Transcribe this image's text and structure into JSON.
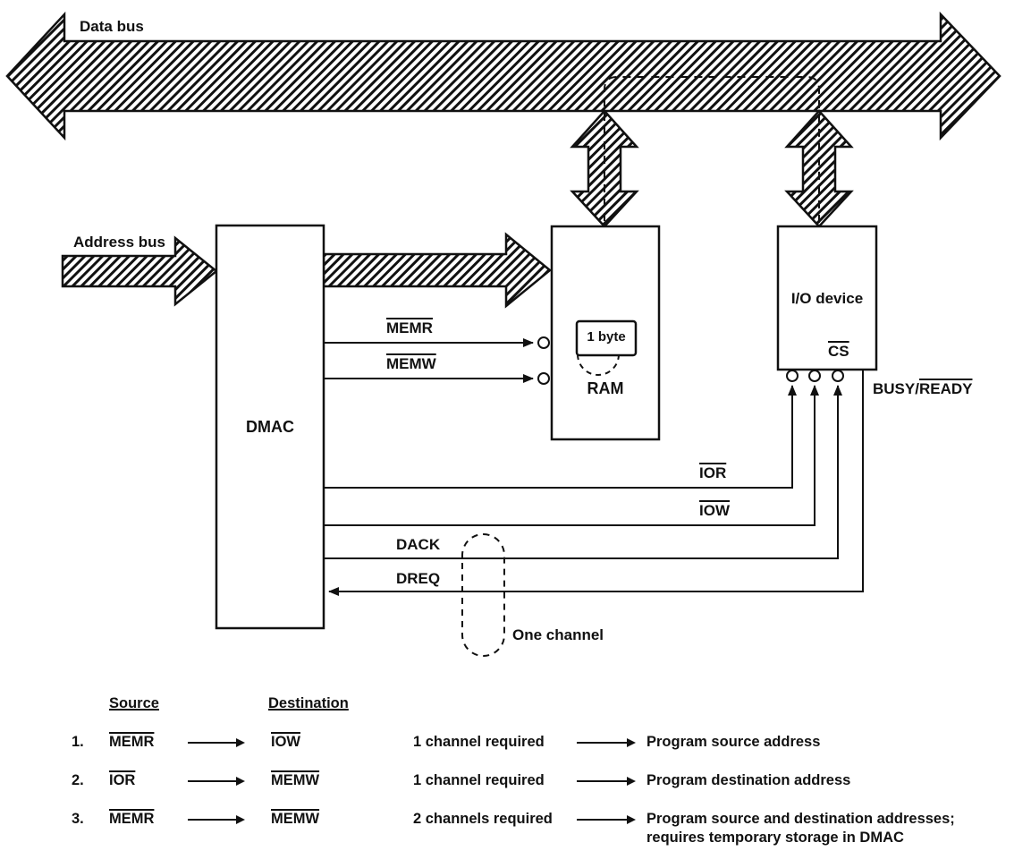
{
  "diagram": {
    "labels": {
      "data_bus": "Data bus",
      "address_bus": "Address bus",
      "dmac": "DMAC",
      "ram": "RAM",
      "one_byte": "1 byte",
      "io_device": "I/O device",
      "cs": "CS",
      "busy_part": "BUSY/",
      "ready_part": "READY",
      "memr": "MEMR",
      "memw": "MEMW",
      "ior": "IOR",
      "iow": "IOW",
      "dack": "DACK",
      "dreq": "DREQ",
      "one_channel": "One channel"
    },
    "table": {
      "headers": {
        "source": "Source",
        "destination": "Destination"
      },
      "rows": [
        {
          "num": "1.",
          "source": "MEMR",
          "destination": "IOW",
          "channels": "1 channel required",
          "description": "Program source address",
          "description2": ""
        },
        {
          "num": "2.",
          "source": "IOR",
          "destination": "MEMW",
          "channels": "1 channel required",
          "description": "Program destination address",
          "description2": ""
        },
        {
          "num": "3.",
          "source": "MEMR",
          "destination": "MEMW",
          "channels": "2 channels required",
          "description": "Program source and destination addresses;",
          "description2": "requires temporary storage in DMAC"
        }
      ]
    },
    "colors": {
      "ink": "#111111",
      "background": "#ffffff"
    }
  }
}
